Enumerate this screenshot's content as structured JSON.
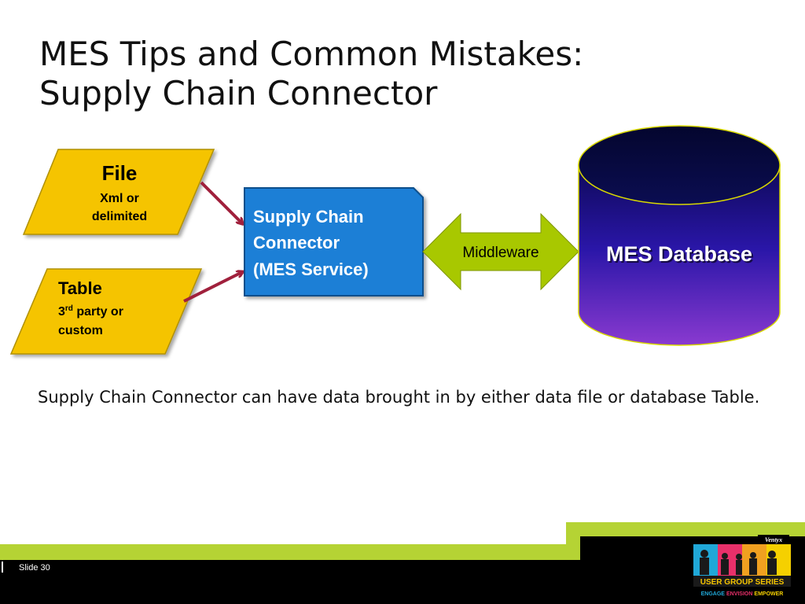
{
  "slide": {
    "title_line1": "MES Tips and Common Mistakes:",
    "title_line2": "Supply Chain Connector",
    "body": "Supply Chain Connector can have data brought in by either data file or database Table.",
    "slide_label": "Slide 30"
  },
  "diagram": {
    "file_box": {
      "heading": "File",
      "line1": "Xml or",
      "line2": "delimited"
    },
    "table_box": {
      "heading": "Table",
      "line1_num": "3",
      "line1_sup": "rd",
      "line1_rest": " party or",
      "line2": "custom"
    },
    "connector_box": {
      "line1": "Supply Chain",
      "line2": "Connector",
      "line3": "(MES Service)"
    },
    "middleware_label": "Middleware",
    "database_label": "MES Database"
  },
  "logo": {
    "brand": "Ventyx",
    "series": "USER GROUP SERIES",
    "tagline_engage": "ENGAGE",
    "tagline_envision": "ENVISION",
    "tagline_empower": "EMPOWER"
  },
  "colors": {
    "parallelogram_fill": "#f5c400",
    "connector_fill": "#1a7fd6",
    "arrow_green": "#a8c800",
    "arrow_red": "#a0203c",
    "footer_black": "#000000",
    "footer_green": "#b5d334"
  }
}
